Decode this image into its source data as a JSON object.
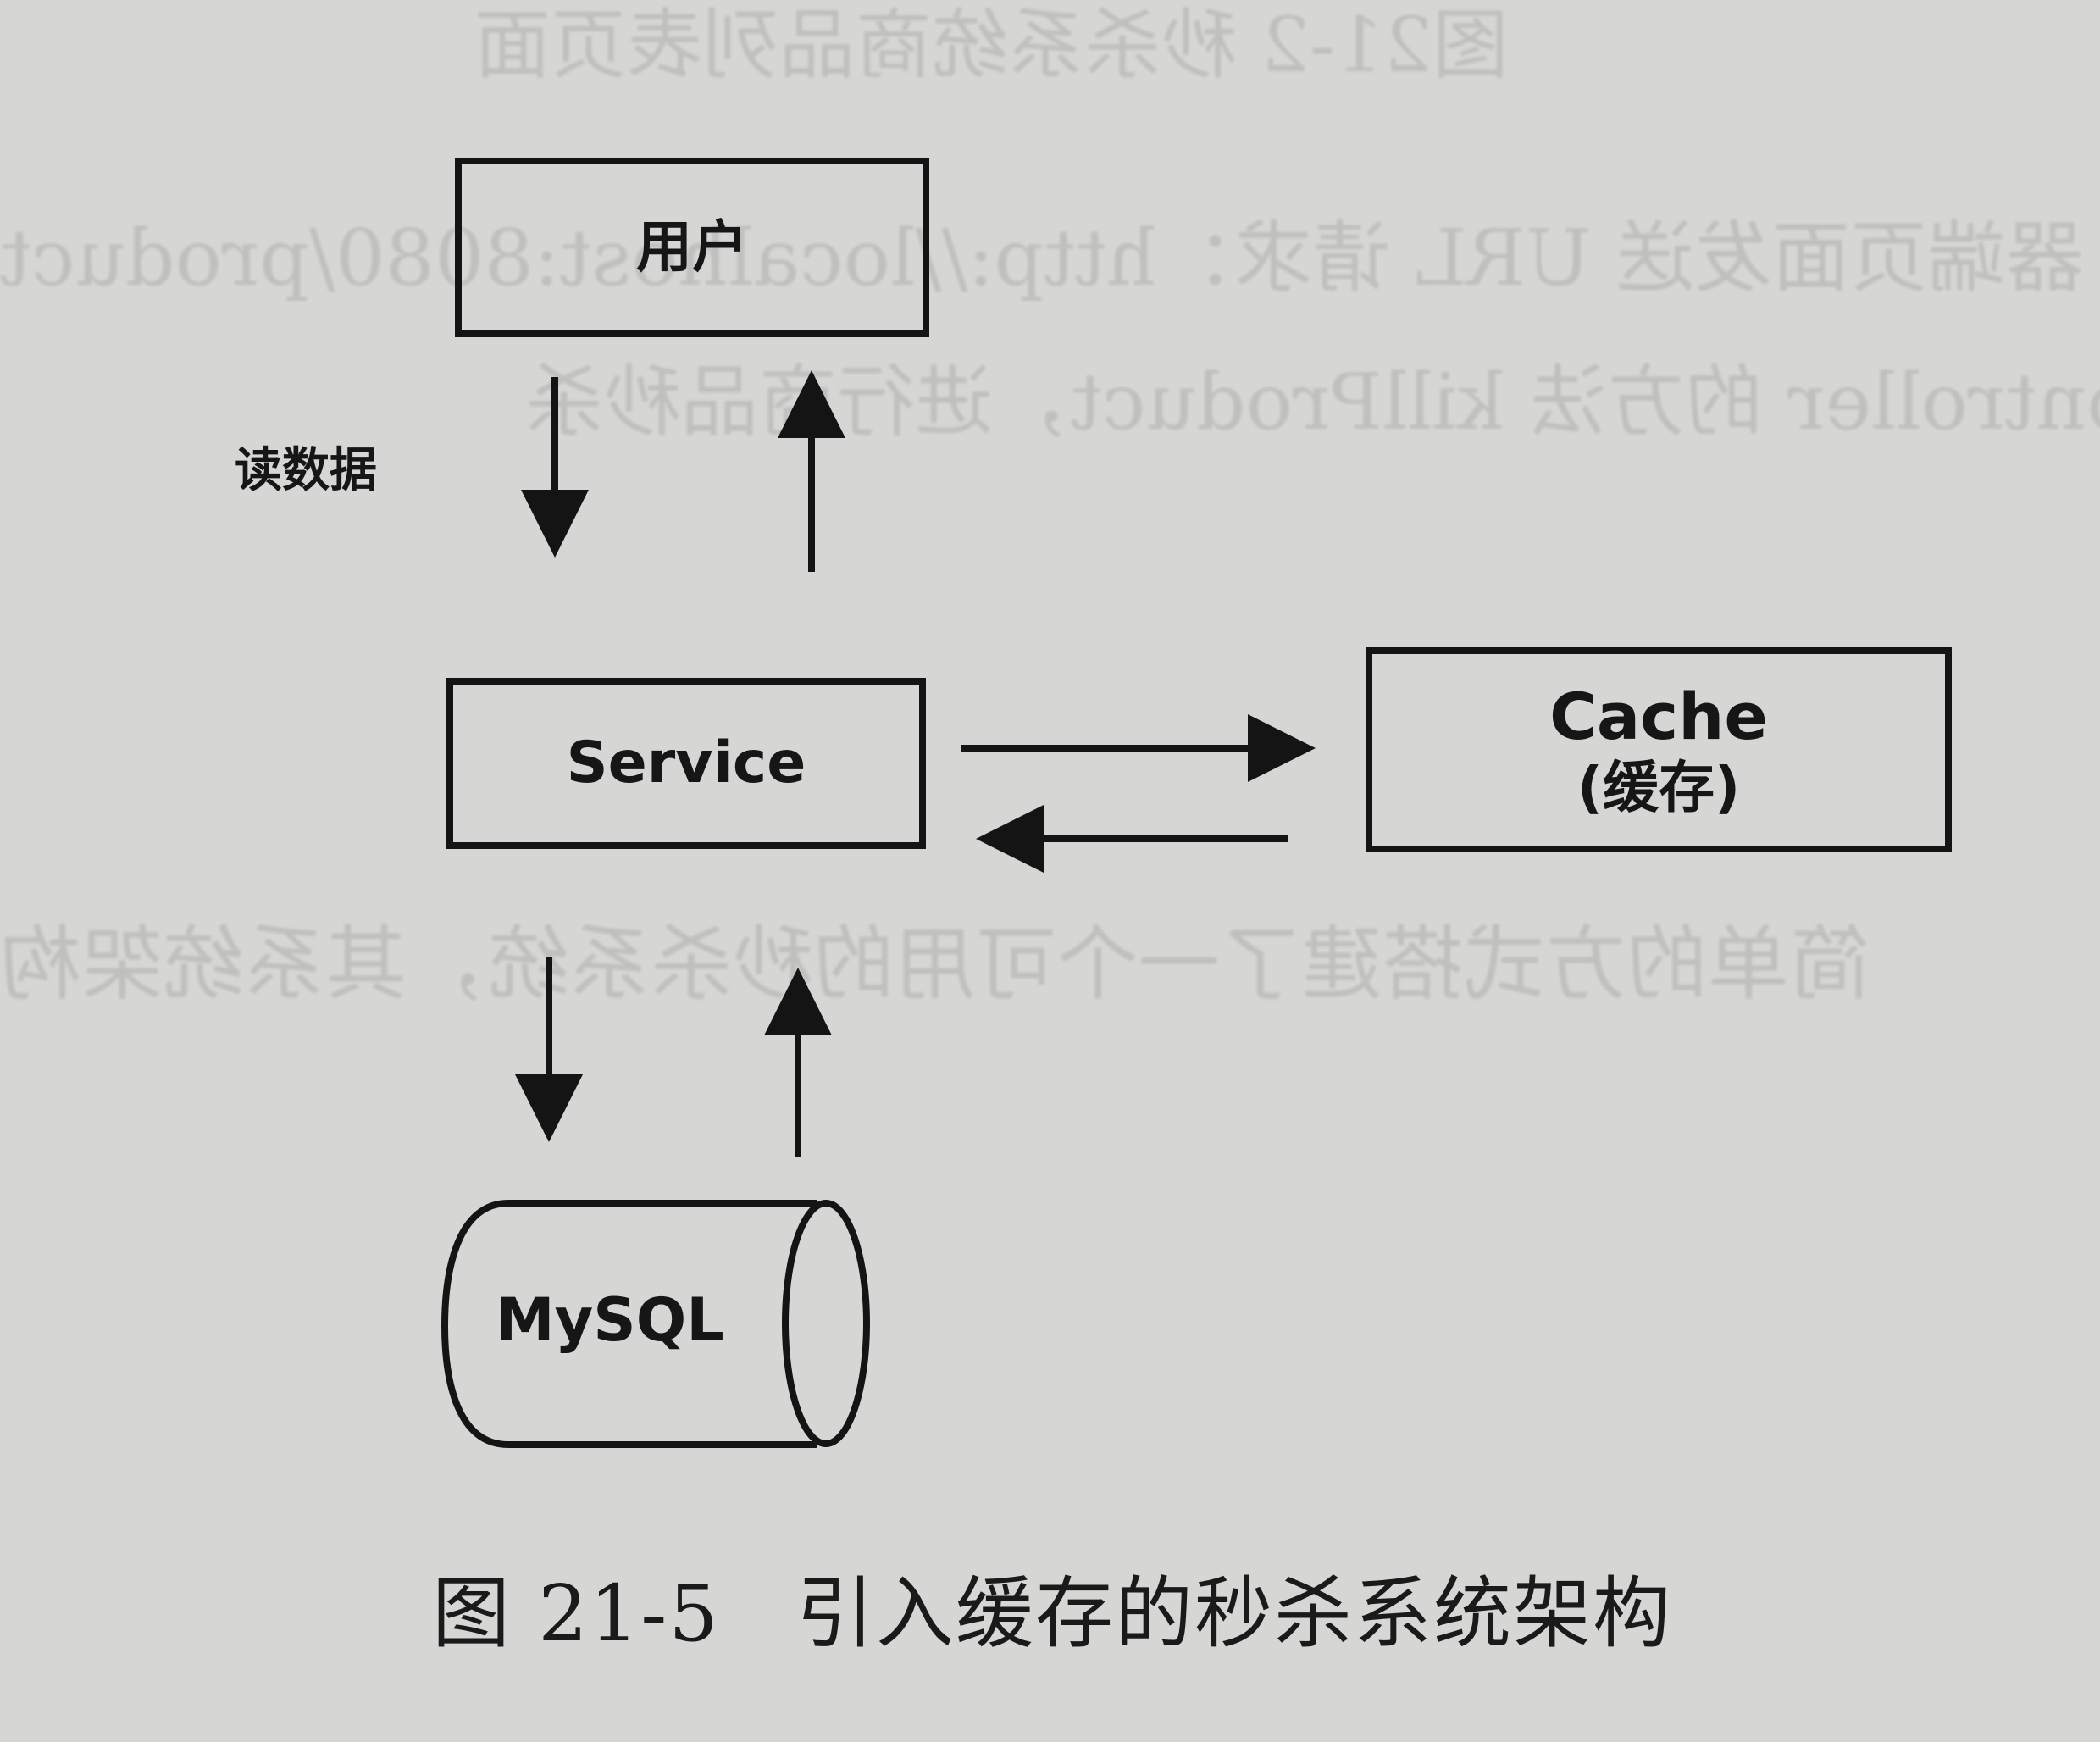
{
  "nodes": {
    "user": {
      "label": "用户"
    },
    "service": {
      "label": "Service"
    },
    "cache": {
      "line1": "Cache",
      "line2": "(缓存)"
    },
    "mysql": {
      "label": "MySQL"
    }
  },
  "edge_labels": {
    "read_data": "读数据"
  },
  "caption": {
    "figure_number": "图 21-5",
    "title": "引入缓存的秒杀系统架构"
  },
  "bleed_through": {
    "line1": "图21-2 秒杀系统商品列表页面",
    "line2": "器端页面发送 URL 请求：http://localhost:8080/product",
    "line3": "Controller 的方法 killProduct，进行商品秒杀",
    "line4": "简单的方式搭建了一个可用的秒杀系统，其系统架构"
  }
}
